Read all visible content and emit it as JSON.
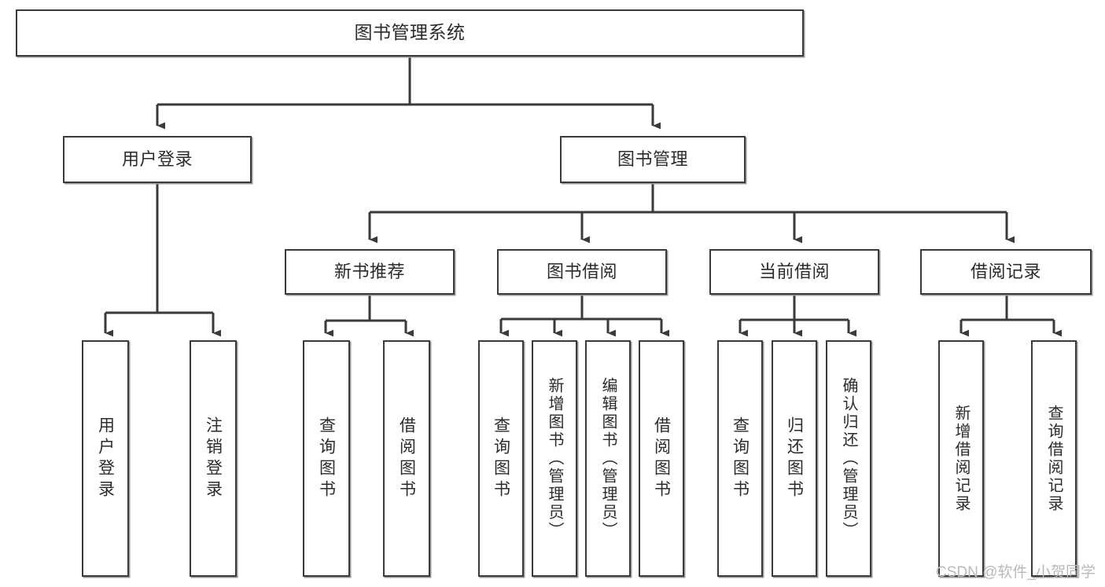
{
  "diagram": {
    "type": "tree-hierarchy",
    "title": "图书管理系统",
    "orientation": "top-down",
    "edge_color": "#3a3a3a",
    "box_border_color": "#3a3a3a",
    "box_fill_color": "#ffffff",
    "text_color": "#2b2b2b"
  },
  "root": {
    "label": "图书管理系统"
  },
  "level2": [
    {
      "label": "用户登录"
    },
    {
      "label": "图书管理"
    }
  ],
  "level3": [
    {
      "label": "新书推荐"
    },
    {
      "label": "图书借阅"
    },
    {
      "label": "当前借阅"
    },
    {
      "label": "借阅记录"
    }
  ],
  "leaves": {
    "user_login": [
      {
        "label": "用户登录"
      },
      {
        "label": "注销登录"
      }
    ],
    "new_book_recommend": [
      {
        "label": "查询图书"
      },
      {
        "label": "借阅图书"
      }
    ],
    "book_borrow": [
      {
        "label": "查询图书"
      },
      {
        "label": "新增图书（管理员）"
      },
      {
        "label": "编辑图书（管理员）"
      },
      {
        "label": "借阅图书"
      }
    ],
    "current_borrow": [
      {
        "label": "查询图书"
      },
      {
        "label": "归还图书"
      },
      {
        "label": "确认归还（管理员）"
      }
    ],
    "borrow_record": [
      {
        "label": "新增借阅记录"
      },
      {
        "label": "查询借阅记录"
      }
    ]
  },
  "watermark": {
    "text": "CSDN @软件_小贺同学",
    "color": "#b9b9b9"
  }
}
